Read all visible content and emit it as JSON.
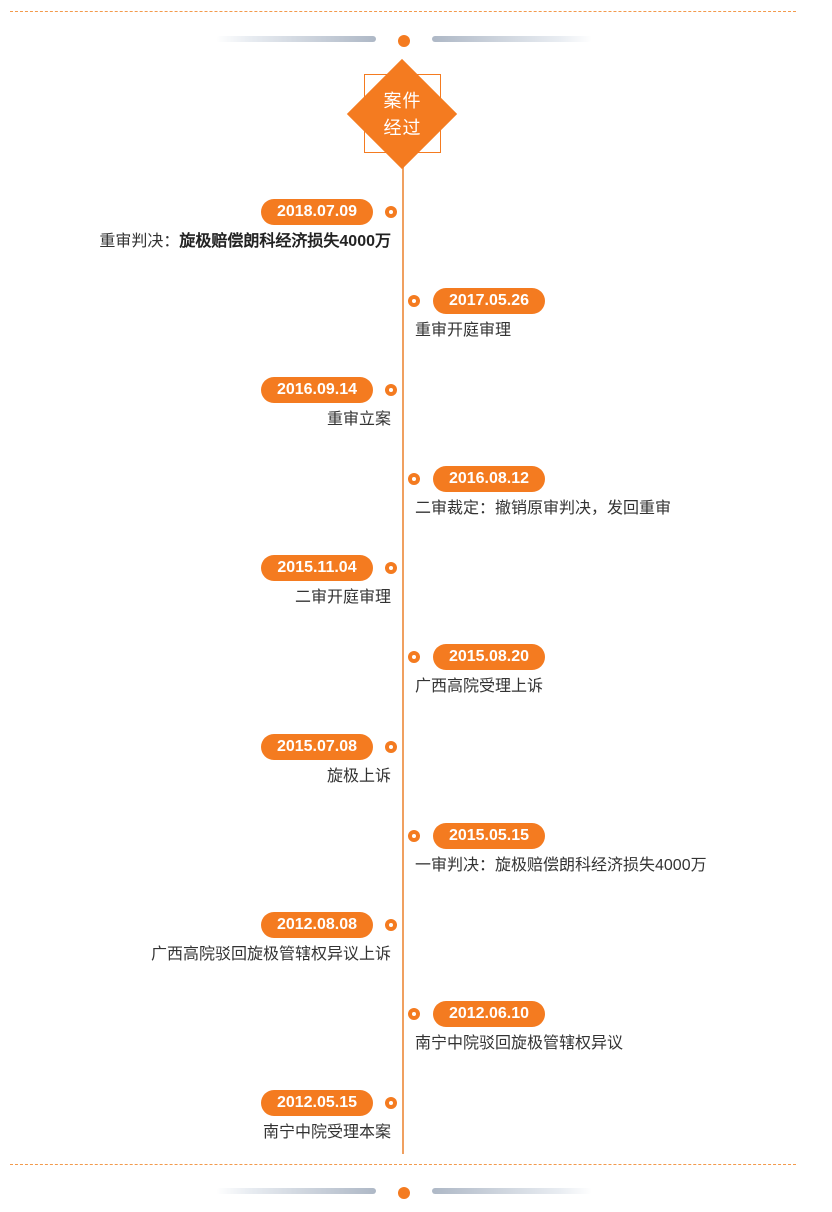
{
  "title": {
    "line1": "案件",
    "line2": "经过"
  },
  "colors": {
    "accent": "#f47b20",
    "axis": "#f0a060",
    "text": "#333333"
  },
  "timeline": [
    {
      "date": "2018.07.09",
      "text": "重审判决：",
      "emphasis": "旋极赔偿朗科经济损失4000万",
      "side": "left"
    },
    {
      "date": "2017.05.26",
      "text": "重审开庭审理",
      "side": "right"
    },
    {
      "date": "2016.09.14",
      "text": "重审立案",
      "side": "left"
    },
    {
      "date": "2016.08.12",
      "text": "二审裁定：撤销原审判决，发回重审",
      "side": "right"
    },
    {
      "date": "2015.11.04",
      "text": "二审开庭审理",
      "side": "left"
    },
    {
      "date": "2015.08.20",
      "text": "广西高院受理上诉",
      "side": "right"
    },
    {
      "date": "2015.07.08",
      "text": "旋极上诉",
      "side": "left"
    },
    {
      "date": "2015.05.15",
      "text": "一审判决：旋极赔偿朗科经济损失4000万",
      "side": "right"
    },
    {
      "date": "2012.08.08",
      "text": "广西高院驳回旋极管辖权异议上诉",
      "side": "left"
    },
    {
      "date": "2012.06.10",
      "text": "南宁中院驳回旋极管辖权异议",
      "side": "right"
    },
    {
      "date": "2012.05.15",
      "text": "南宁中院受理本案",
      "side": "left"
    }
  ]
}
